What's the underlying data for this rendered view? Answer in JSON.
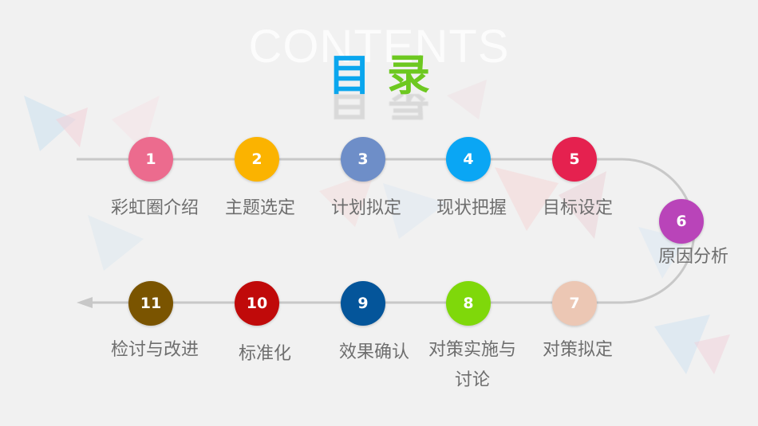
{
  "watermark": "CONTENTS",
  "title": {
    "char1": "目",
    "char2": "录"
  },
  "colors": {
    "title1": "#0aa6ee",
    "title2": "#6dc820",
    "track": "#c8c8c8",
    "label": "#6e6e6e"
  },
  "steps": [
    {
      "number": "1",
      "label": "彩虹圈介绍",
      "color": "#ec6b8e"
    },
    {
      "number": "2",
      "label": "主题选定",
      "color": "#fbb300"
    },
    {
      "number": "3",
      "label": "计划拟定",
      "color": "#6e8ec8"
    },
    {
      "number": "4",
      "label": "现状把握",
      "color": "#0aa6f4"
    },
    {
      "number": "5",
      "label": "目标设定",
      "color": "#e5214f"
    },
    {
      "number": "6",
      "label": "原因分析",
      "color": "#b944b9"
    },
    {
      "number": "7",
      "label": "对策拟定",
      "color": "#ecc7b4"
    },
    {
      "number": "8",
      "label": "对策实施与讨论",
      "color": "#7fd80a"
    },
    {
      "number": "9",
      "label": "效果确认",
      "color": "#04559a"
    },
    {
      "number": "10",
      "label": "标准化",
      "color": "#c00a0a"
    },
    {
      "number": "11",
      "label": "检讨与改进",
      "color": "#7a5400"
    }
  ]
}
